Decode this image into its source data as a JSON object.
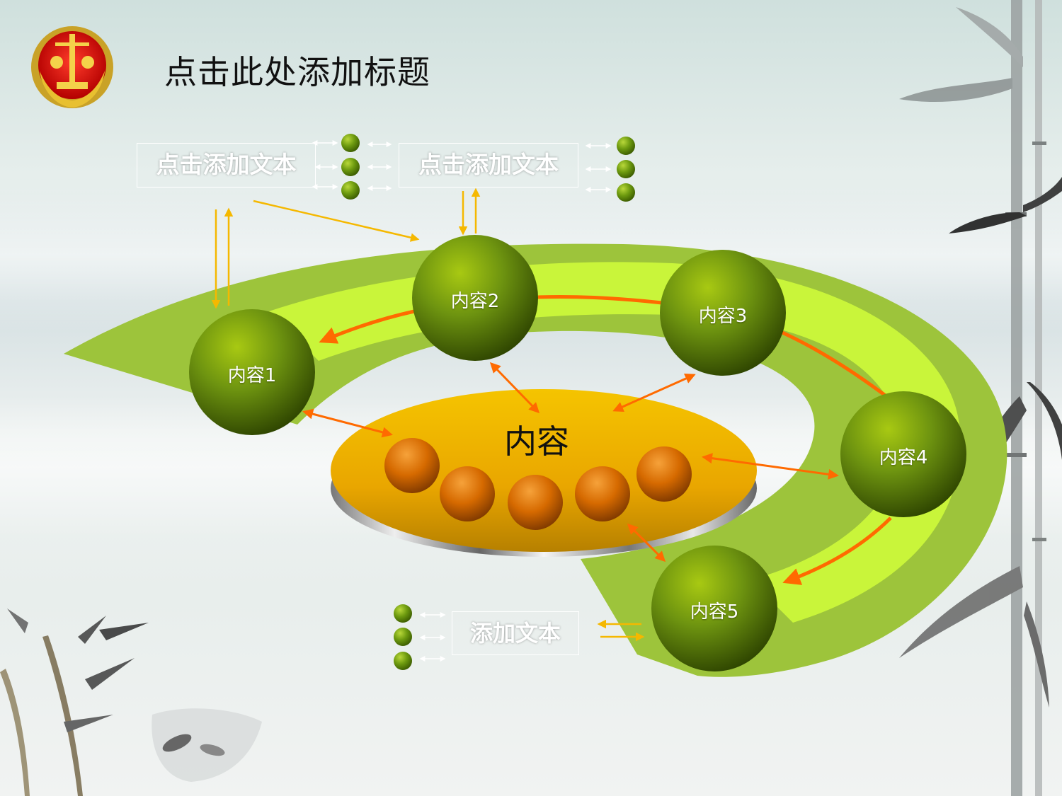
{
  "title": "点击此处添加标题",
  "text_boxes": [
    "点击添加文本",
    "点击添加文本",
    "添加文本"
  ],
  "center_label": "内容",
  "nodes": [
    "内容1",
    "内容2",
    "内容3",
    "内容4",
    "内容5"
  ],
  "colors": {
    "green_band": "#9dc43b",
    "lime_band": "#c9f53a",
    "sphere": "#4f6d0a",
    "platter": "#f2b400",
    "orange_ball": "#d66a00",
    "arrow_orange": "#ff6a00",
    "arrow_yellow": "#f5b800"
  },
  "icons": [
    "court-emblem-icon",
    "bamboo-decoration",
    "ink-fish-decoration"
  ]
}
